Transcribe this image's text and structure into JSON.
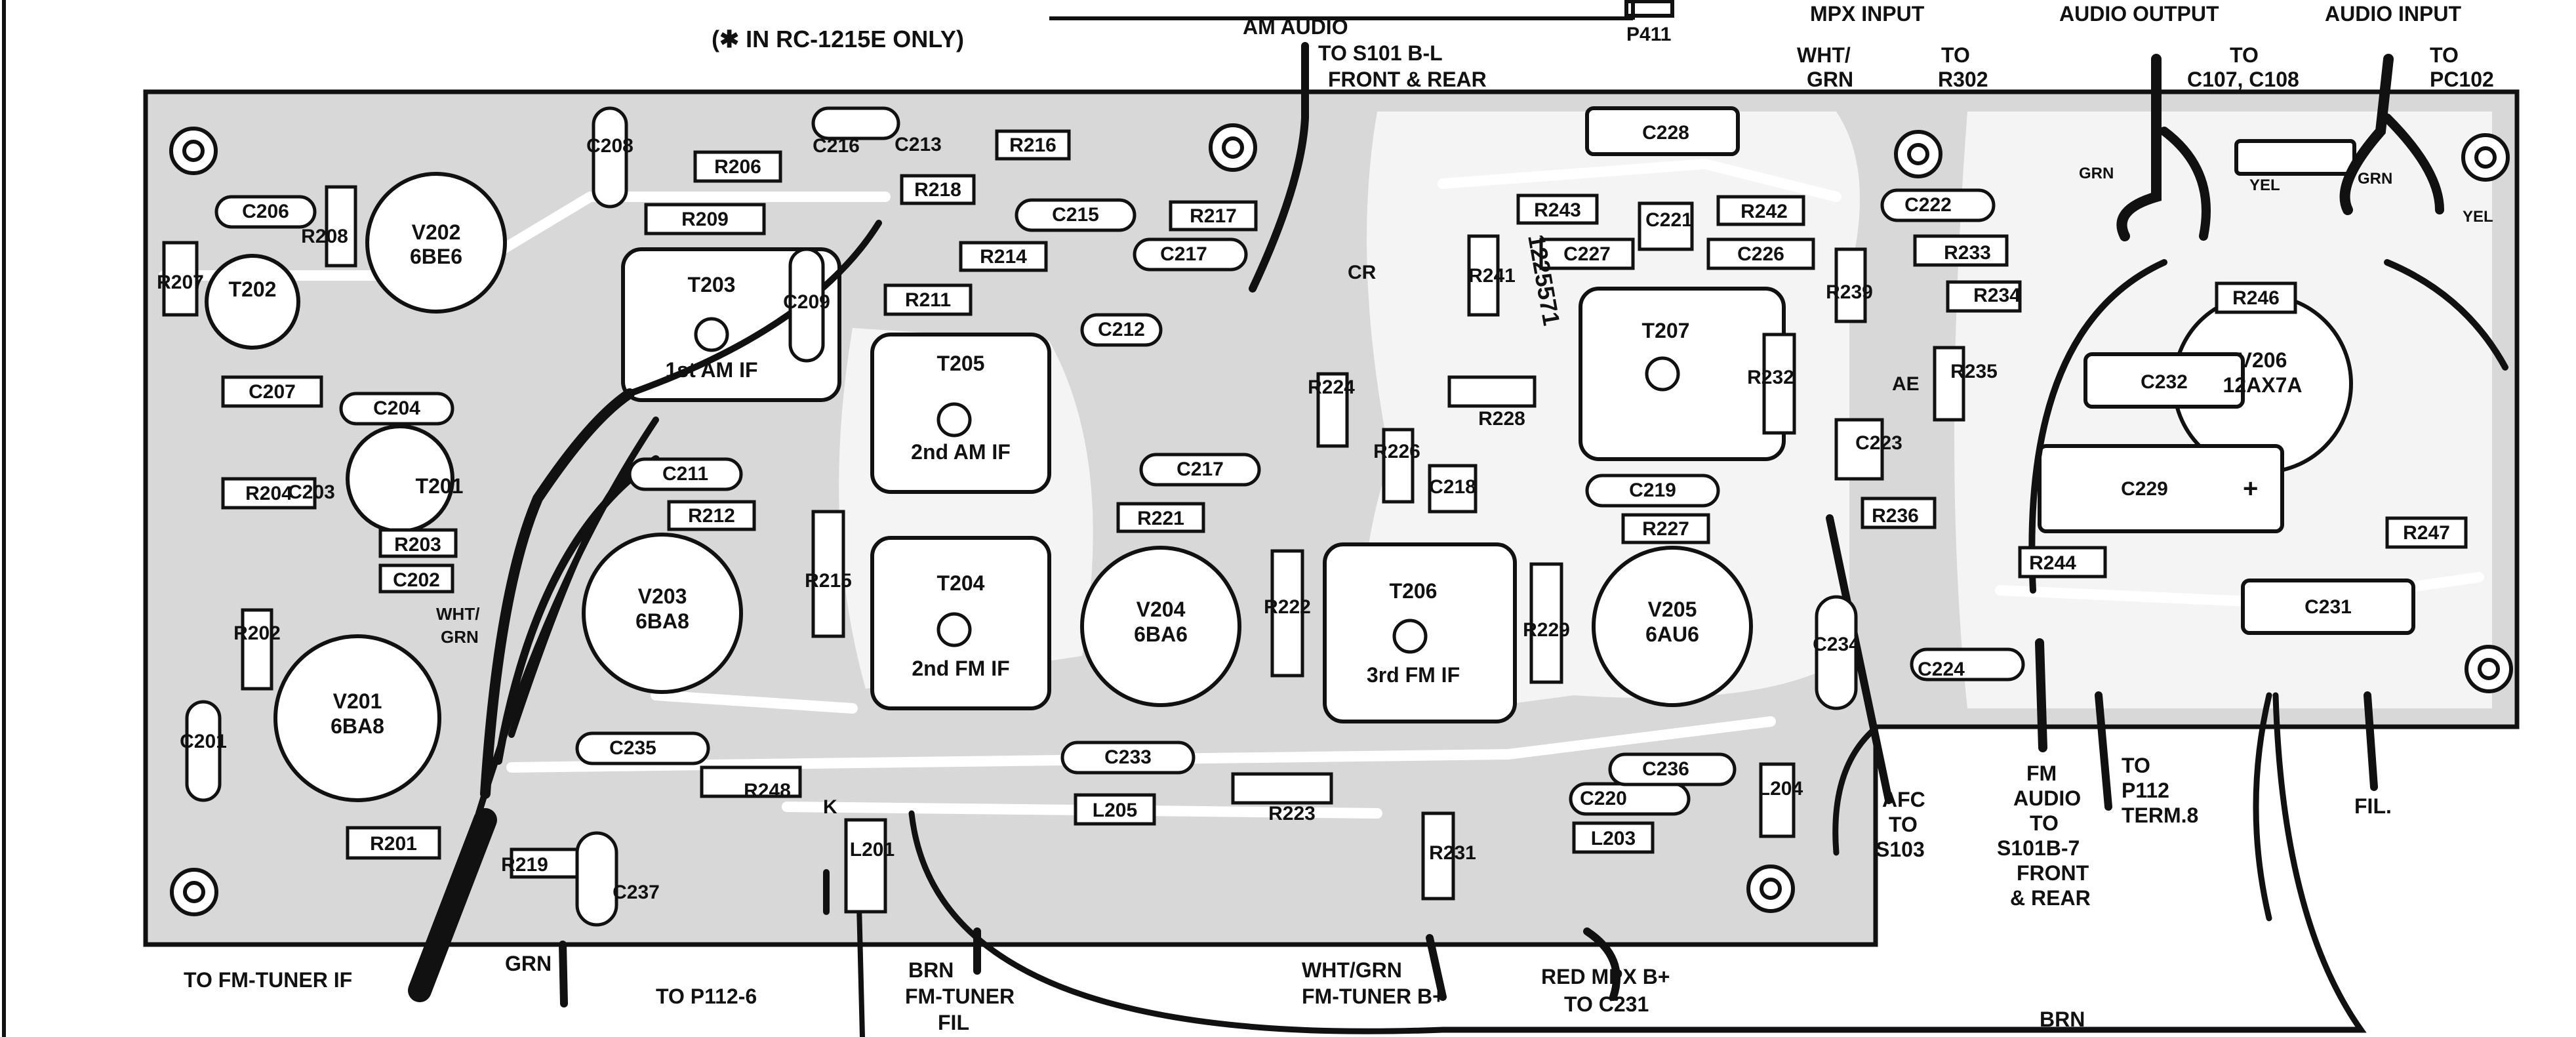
{
  "colors": {
    "board": "#d8d8d8",
    "foil": "#f4f4f4",
    "ink": "#111111",
    "trace": "#ffffff"
  },
  "note": "(✱ IN RC-1215E ONLY)",
  "header_label": "P411",
  "tubes": [
    {
      "ref": "V201",
      "type": "6BA8"
    },
    {
      "ref": "V202",
      "type": "6BE6"
    },
    {
      "ref": "V203",
      "type": "6BA8"
    },
    {
      "ref": "V204",
      "type": "6BA6"
    },
    {
      "ref": "V205",
      "type": "6AU6"
    },
    {
      "ref": "V206",
      "type": "12AX7A"
    }
  ],
  "transformers": [
    {
      "ref": "T201",
      "name": ""
    },
    {
      "ref": "T202",
      "name": ""
    },
    {
      "ref": "T203",
      "name": "1st AM IF"
    },
    {
      "ref": "T204",
      "name": "2nd FM IF"
    },
    {
      "ref": "T205",
      "name": "2nd AM IF"
    },
    {
      "ref": "T206",
      "name": "3rd FM IF"
    },
    {
      "ref": "T207",
      "name": ""
    }
  ],
  "resistors": [
    "R201",
    "R202",
    "R203",
    "R204",
    "R206",
    "R207",
    "R208",
    "R209",
    "R211",
    "R212",
    "R214",
    "R215",
    "R216",
    "R217",
    "R218",
    "R219",
    "R221",
    "R222",
    "R223",
    "R224",
    "R226",
    "R227",
    "R228",
    "R229",
    "R231",
    "R232",
    "R233",
    "R234",
    "R235",
    "R236",
    "R239",
    "R241",
    "R242",
    "R243",
    "R244",
    "R246",
    "R247",
    "R248"
  ],
  "capacitors": [
    "C201",
    "C202",
    "C203",
    "C204",
    "C206",
    "C207",
    "C208",
    "C209",
    "C211",
    "C212",
    "C213",
    "C215",
    "C216",
    "C217",
    "C217",
    "C218",
    "C219",
    "C220",
    "C221",
    "C222",
    "C223",
    "C224",
    "C226",
    "C227",
    "C228",
    "C229",
    "C231",
    "C232",
    "C233",
    "C234",
    "C235",
    "C236",
    "C237"
  ],
  "inductors": [
    "L201",
    "L203",
    "L204",
    "L205"
  ],
  "board_marks": {
    "diode": "CR",
    "ae": "AE",
    "k": "K",
    "plus": "+",
    "sn": "1225571"
  },
  "callouts": {
    "am_audio": "AM AUDIO",
    "am_audio_to": "TO S101 B-L",
    "am_audio_to2": "FRONT & REAR",
    "mpx_input": "MPX INPUT",
    "mpx_wire": "WHT/",
    "mpx_wire2": "GRN",
    "mpx_to": "TO",
    "mpx_to2": "R302",
    "audio_output": "AUDIO OUTPUT",
    "audio_output_to": "TO",
    "audio_output_to2": "C107, C108",
    "audio_input": "AUDIO INPUT",
    "audio_input_to": "TO",
    "audio_input_to2": "PC102",
    "grn_left": "GRN",
    "grn_right": "GRN",
    "yel_left": "YEL",
    "yel_right": "YEL",
    "wht_grn_1": "WHT/",
    "wht_grn_2": "GRN",
    "afc_1": "AFC",
    "afc_2": "TO",
    "afc_3": "S103",
    "fm_audio_1": "FM",
    "fm_audio_2": "AUDIO",
    "fm_audio_3": "TO",
    "fm_audio_4": "S101B-7",
    "fm_audio_5": "FRONT",
    "fm_audio_6": "& REAR",
    "p112_1": "TO",
    "p112_2": "P112",
    "p112_3": "TERM.8",
    "fil": "FIL.",
    "tuner_if": "TO FM-TUNER IF",
    "grn_bottom": "GRN",
    "p112_6": "TO P112-6",
    "brn_tuner": "BRN",
    "tuner_fil_1": "FM-TUNER",
    "tuner_fil_2": "FIL",
    "tuner_b_1": "WHT/GRN",
    "tuner_b_2": "FM-TUNER B+",
    "red_mpx_1": "RED MPX B+",
    "red_mpx_2": "TO C231",
    "brn_bottom": "BRN"
  }
}
